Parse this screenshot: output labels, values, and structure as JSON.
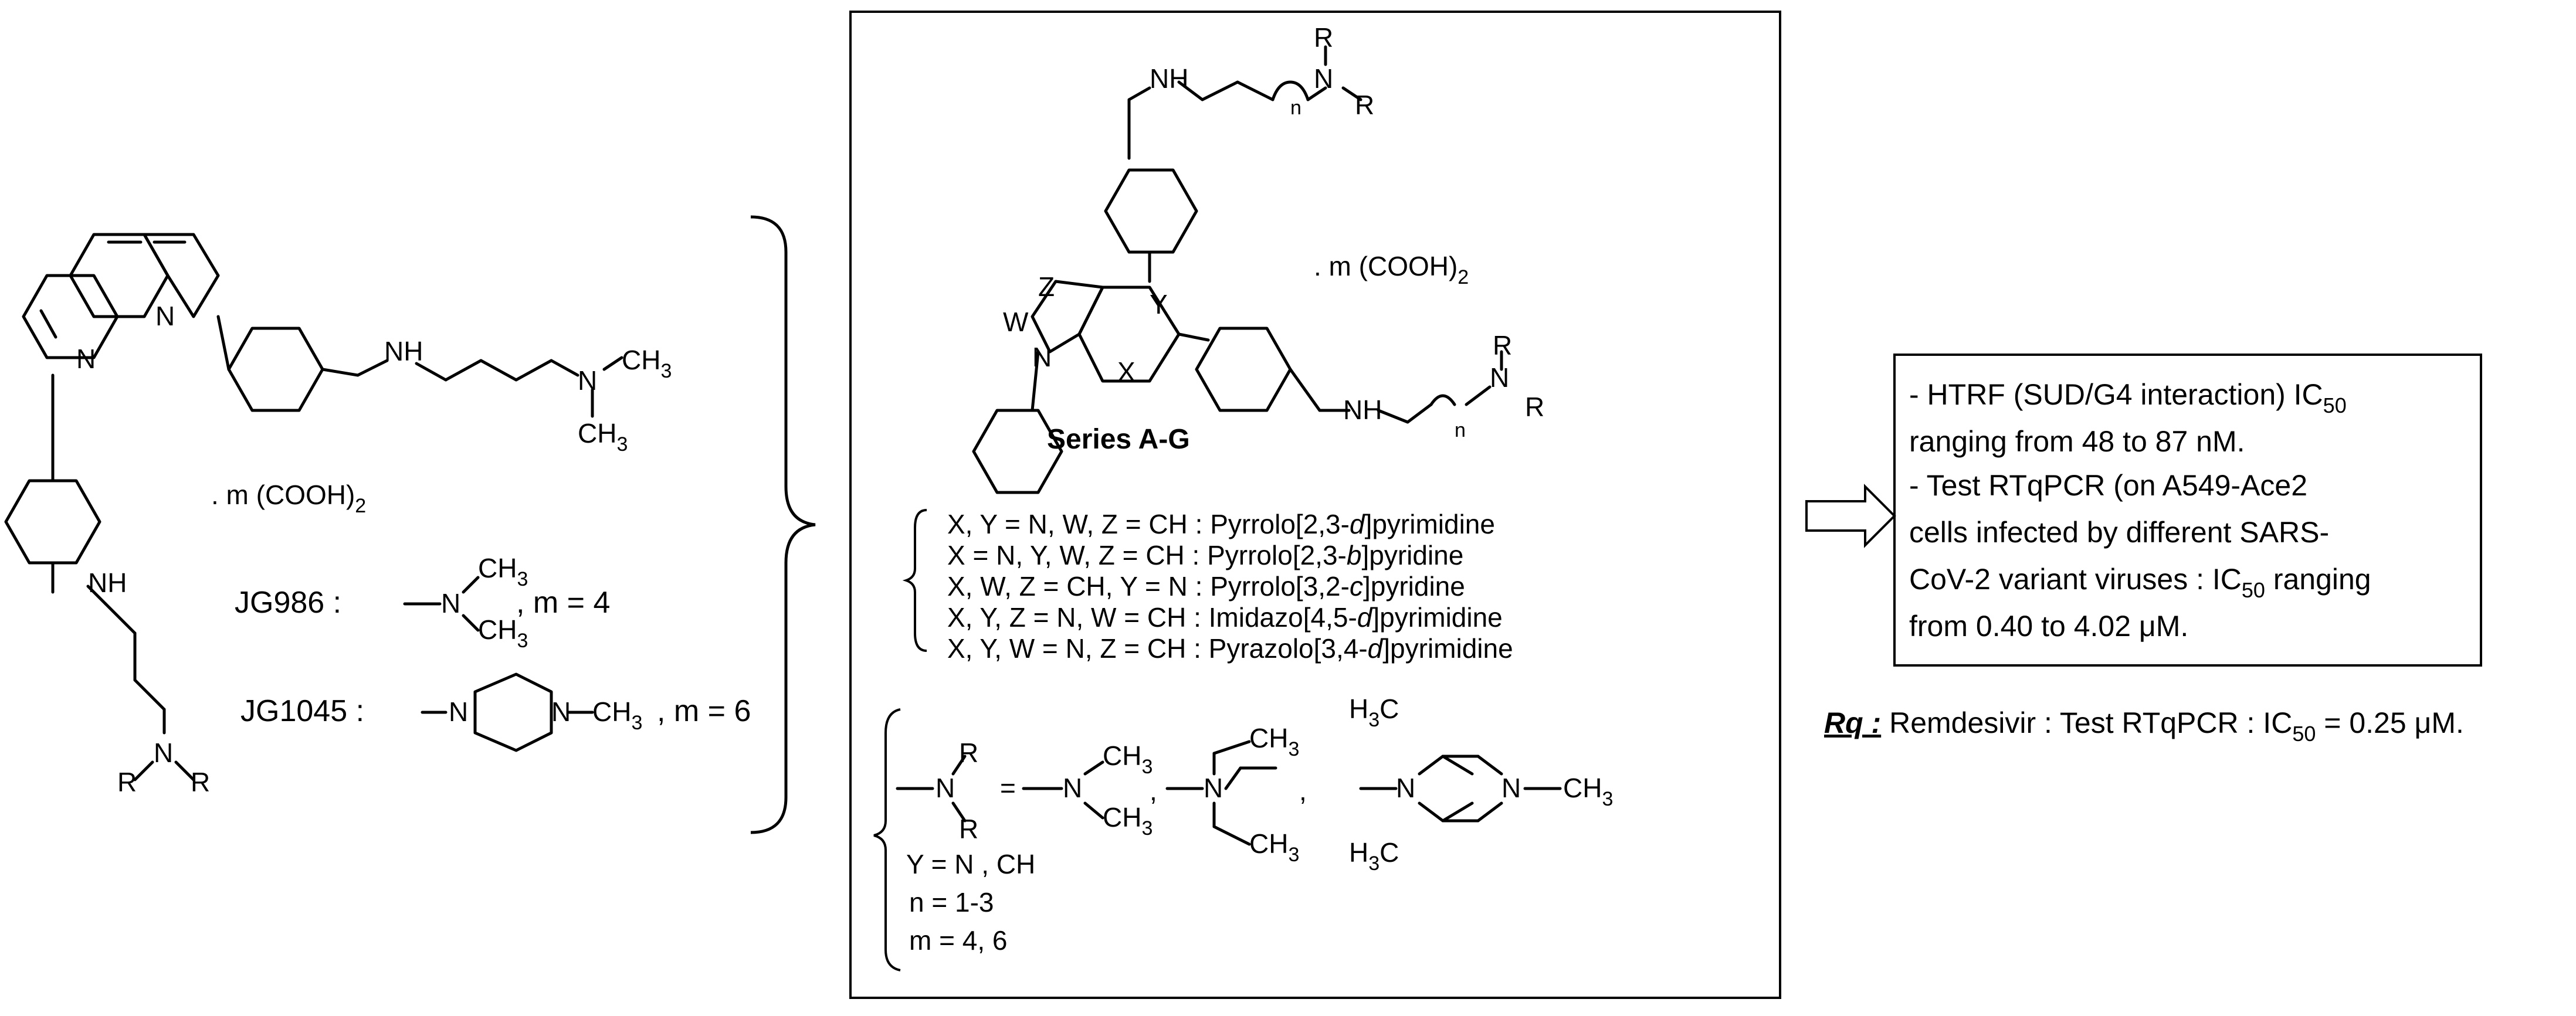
{
  "left_compound": {
    "salt_label": ". m (COOH)",
    "salt_sub": "2",
    "atoms": {
      "N1": "N",
      "N2": "N",
      "NH_a": "NH",
      "NH_b": "NH",
      "N_term_a": "N",
      "CH3_a": "CH",
      "CH3_a_sub": "3",
      "CH3_b": "CH",
      "CH3_b_sub": "3",
      "N_term_b": "N",
      "R1": "R",
      "R2": "R"
    },
    "jg986": {
      "name": "JG986 :",
      "n": "N",
      "ch3_1": "CH",
      "ch3_2": "CH",
      "sub": "3",
      "m": ",  m = 4"
    },
    "jg1045": {
      "name": "JG1045 :",
      "n1": "N",
      "n2": "N",
      "ch3": "CH",
      "sub": "3",
      "m": ",  m = 6"
    }
  },
  "series_box": {
    "title": "Series A-G",
    "salt_label": ". m (COOH)",
    "salt_sub": "2",
    "atoms": {
      "NH_top": "NH",
      "N_top": "N",
      "R_top1": "R",
      "R_top2": "R",
      "n_top": "n",
      "Z": "Z",
      "W": "W",
      "Y": "Y",
      "X": "X",
      "N_ring": "N",
      "NH_mid": "NH",
      "N_mid": "N",
      "R_mid1": "R",
      "R_mid2": "R",
      "n_mid": "n"
    },
    "scaffolds": [
      {
        "def": "X, Y = N, W, Z = CH : Pyrrolo[2,3-",
        "ital": "d",
        "end": "]pyrimidine"
      },
      {
        "def": "X = N, Y, W, Z = CH : Pyrrolo[2,3-",
        "ital": "b",
        "end": "]pyridine"
      },
      {
        "def": "X, W, Z = CH, Y = N : Pyrrolo[3,2-",
        "ital": "c",
        "end": "]pyridine"
      },
      {
        "def": "X, Y, Z = N, W = CH : Imidazo[4,5-",
        "ital": "d",
        "end": "]pyrimidine"
      },
      {
        "def": "X, Y, W = N, Z = CH : Pyrazolo[3,4-",
        "ital": "d",
        "end": "]pyrimidine"
      }
    ],
    "amines": {
      "N": "N",
      "R": "R",
      "eq": "=",
      "CH3": "CH",
      "sub3": "3",
      "H3C": "H",
      "H3C_sub": "3",
      "H3C_end": "C",
      "comma": ","
    },
    "conditions": [
      "Y = N , CH",
      "n = 1-3",
      "m = 4, 6"
    ]
  },
  "results": {
    "lines": [
      "- HTRF (SUD/G4 interaction) IC",
      "ranging    from    48    to    87    nM.",
      "- Test    RTqPCR    (on    A549-Ace2",
      "cells   infected   by   different   SARS-",
      "CoV-2 variant viruses : IC",
      "from 0.40 to 4.02 μM."
    ],
    "ic_sub": "50",
    "line5_end": " ranging",
    "note_label": "Rq :",
    "note_text": " Remdesivir : Test RTqPCR : IC",
    "note_end": " = 0.25 μM."
  }
}
